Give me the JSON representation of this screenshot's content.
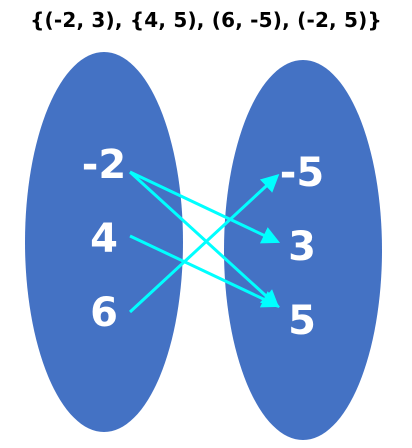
{
  "title": "{(-2, 3), {4, 5), (6, -5), (-2, 5)}",
  "colors": {
    "oval": "#4472c4",
    "arrow": "#00ffff",
    "text": "#ffffff"
  },
  "domain": [
    "-2",
    "4",
    "6"
  ],
  "range": [
    "-5",
    "3",
    "5"
  ],
  "mappings": [
    {
      "from": "-2",
      "to": "3"
    },
    {
      "from": "-2",
      "to": "5"
    },
    {
      "from": "4",
      "to": "5"
    },
    {
      "from": "6",
      "to": "-5"
    }
  ]
}
